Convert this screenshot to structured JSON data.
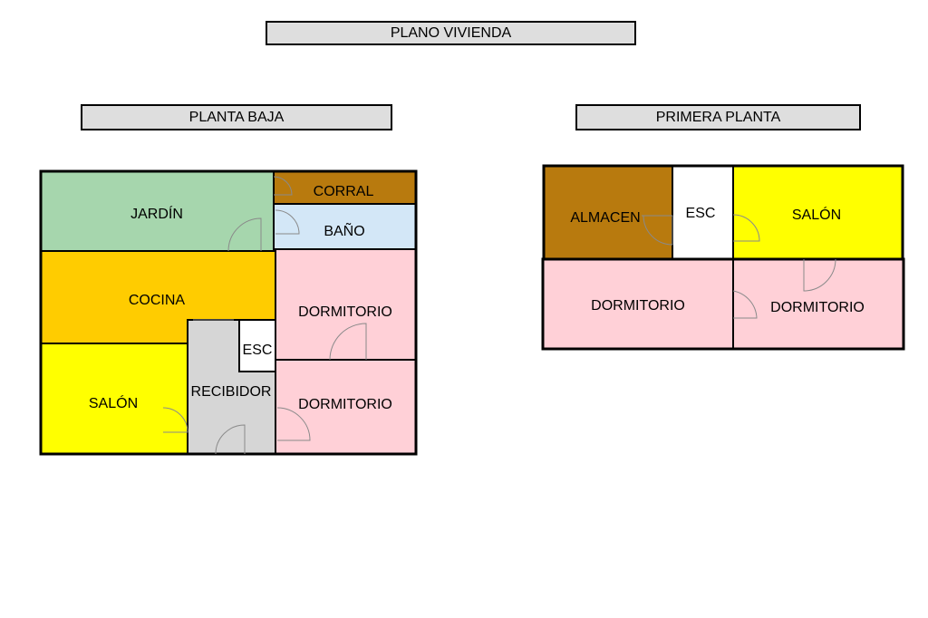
{
  "title": "PLANO VIVIENDA",
  "ground_floor": {
    "title": "PLANTA BAJA",
    "rooms": {
      "jardin": "JARDÍN",
      "corral": "CORRAL",
      "bano": "BAÑO",
      "cocina": "COCINA",
      "dormitorio_1": "DORMITORIO",
      "esc": "ESC",
      "salon": "SALÓN",
      "recibidor": "RECIBIDOR",
      "dormitorio_2": "DORMITORIO"
    }
  },
  "first_floor": {
    "title": "PRIMERA PLANTA",
    "rooms": {
      "almacen": "ALMACEN",
      "esc": "ESC",
      "salon": "SALÓN",
      "dormitorio_1": "DORMITORIO",
      "dormitorio_2": "DORMITORIO"
    }
  },
  "colors": {
    "garden": "#a6d6ad",
    "corral": "#b87a0e",
    "bath": "#d3e7f7",
    "kitchen": "#ffcc00",
    "bedroom": "#ffd0d7",
    "living": "#ffff00",
    "hall": "#d6d6d6",
    "stairs": "#ffffff",
    "storage": "#b87a0e",
    "title_bg": "#dedede"
  }
}
